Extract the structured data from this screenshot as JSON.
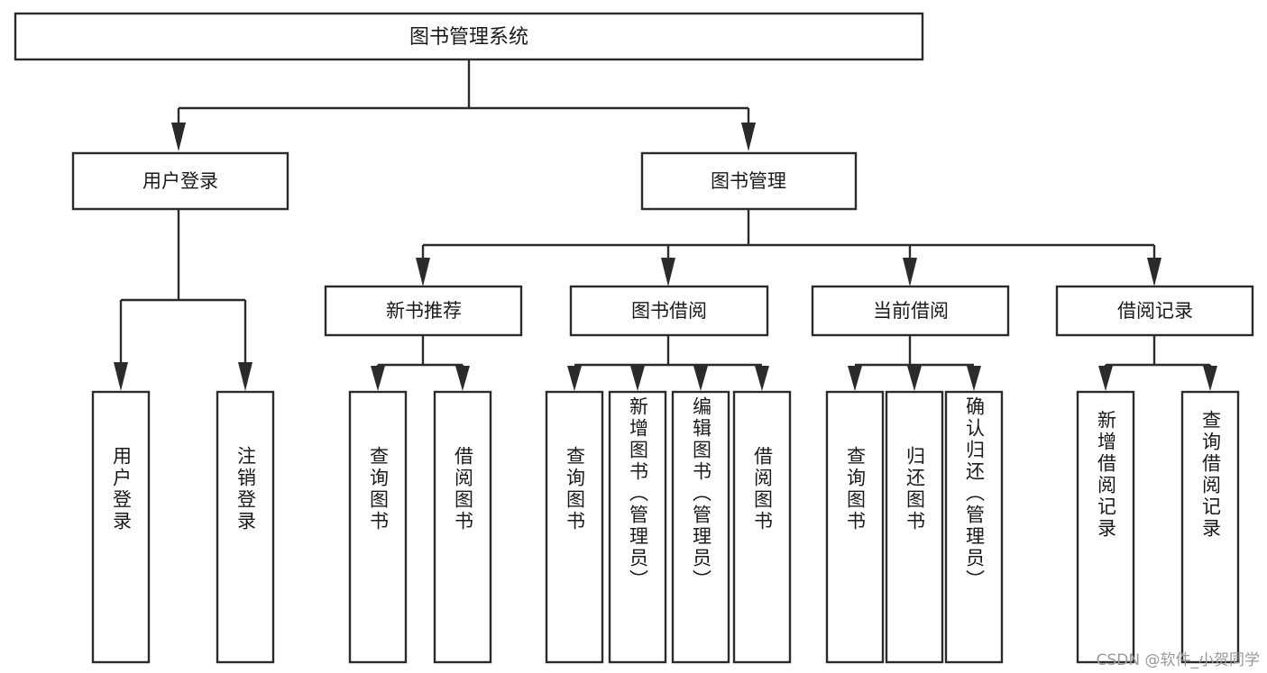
{
  "diagram": {
    "type": "tree",
    "title": "图书管理系统",
    "watermark": "CSDN @软件_小贺同学",
    "colors": {
      "stroke": "#2b2b2b",
      "fill": "#ffffff",
      "text": "#1a1a1a",
      "watermark": "#9a9a9a"
    },
    "root": {
      "label": "图书管理系统"
    },
    "level2": [
      {
        "label": "用户登录"
      },
      {
        "label": "图书管理"
      }
    ],
    "level3": [
      {
        "label": "新书推荐"
      },
      {
        "label": "图书借阅"
      },
      {
        "label": "当前借阅"
      },
      {
        "label": "借阅记录"
      }
    ],
    "leaves": [
      {
        "label": "用户登录",
        "parent": "用户登录"
      },
      {
        "label": "注销登录",
        "parent": "用户登录"
      },
      {
        "label": "查询图书",
        "parent": "新书推荐"
      },
      {
        "label": "借阅图书",
        "parent": "新书推荐"
      },
      {
        "label": "查询图书",
        "parent": "图书借阅"
      },
      {
        "label": "新增图书（管理员）",
        "parent": "图书借阅"
      },
      {
        "label": "编辑图书（管理员）",
        "parent": "图书借阅"
      },
      {
        "label": "借阅图书",
        "parent": "图书借阅"
      },
      {
        "label": "查询图书",
        "parent": "当前借阅"
      },
      {
        "label": "归还图书",
        "parent": "当前借阅"
      },
      {
        "label": "确认归还（管理员）",
        "parent": "当前借阅"
      },
      {
        "label": "新增借阅记录",
        "parent": "借阅记录"
      },
      {
        "label": "查询借阅记录",
        "parent": "借阅记录"
      }
    ]
  }
}
